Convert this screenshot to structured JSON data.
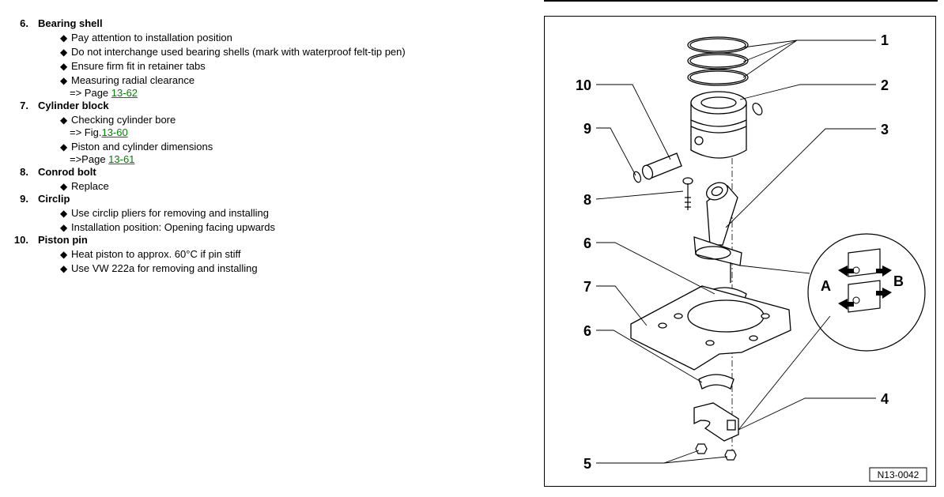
{
  "items": [
    {
      "num": "6.",
      "title": "Bearing shell",
      "bullets": [
        "Pay attention to installation position",
        "Do not interchange used bearing shells (mark with waterproof felt-tip pen)",
        "Ensure firm fit in retainer tabs",
        "Measuring radial clearance"
      ],
      "ref": {
        "prefix": "=> Page ",
        "link": "13-62"
      }
    },
    {
      "num": "7.",
      "title": "Cylinder block",
      "bullets": [
        "Checking cylinder bore",
        "Piston and cylinder dimensions"
      ],
      "refs": [
        {
          "prefix": "=> Fig.",
          "link": "13-60"
        },
        {
          "prefix": "=>Page ",
          "link": "13-61"
        }
      ]
    },
    {
      "num": "8.",
      "title": "Conrod bolt",
      "bullets": [
        "Replace"
      ]
    },
    {
      "num": "9.",
      "title": "Circlip",
      "bullets": [
        "Use circlip pliers for removing and installing",
        "Installation position: Opening facing upwards"
      ]
    },
    {
      "num": "10.",
      "title": "Piston pin",
      "bullets": [
        "Heat piston to approx. 60°C if pin stiff",
        "Use VW 222a for removing and installing"
      ]
    }
  ],
  "figure": {
    "callouts": [
      "1",
      "2",
      "3",
      "4",
      "5",
      "6",
      "6",
      "7",
      "8",
      "9",
      "10"
    ],
    "detail_labels": [
      "A",
      "B"
    ],
    "figure_id": "N13-0042"
  }
}
